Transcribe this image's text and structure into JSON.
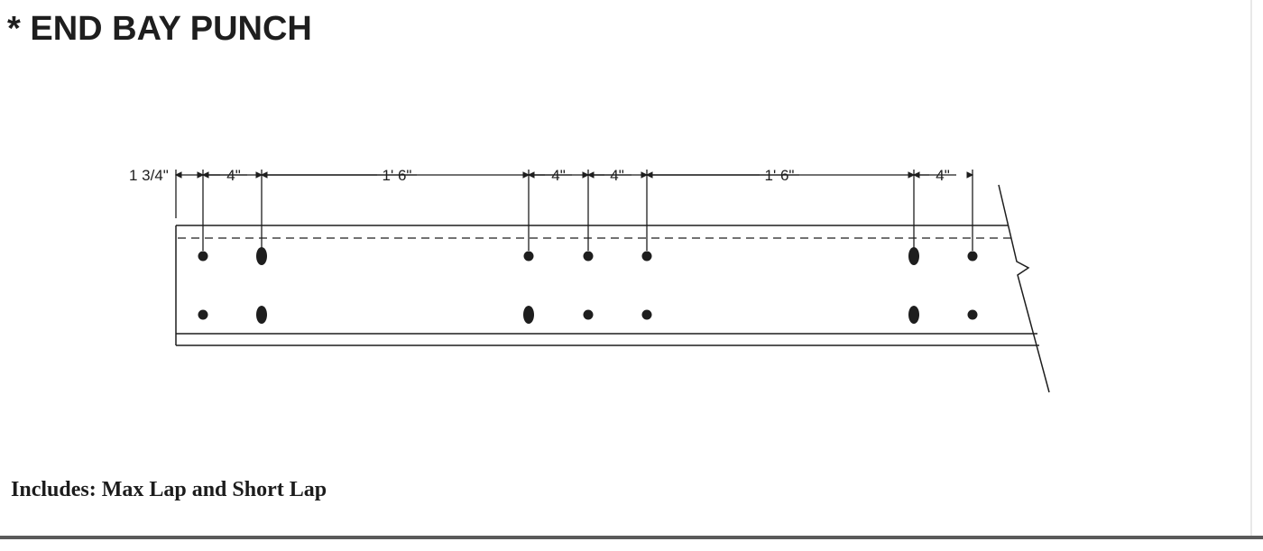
{
  "title": "* END BAY PUNCH",
  "dimensions": [
    {
      "label": "1 3/4\""
    },
    {
      "label": "4\""
    },
    {
      "label": "1' 6\""
    },
    {
      "label": "4\""
    },
    {
      "label": "4\""
    },
    {
      "label": "1' 6\""
    },
    {
      "label": "4\""
    }
  ],
  "punches": [
    {
      "top": "round",
      "bottom": "round"
    },
    {
      "top": "slot",
      "bottom": "slot"
    },
    {
      "top": "round",
      "bottom": "slot"
    },
    {
      "top": "round",
      "bottom": "round"
    },
    {
      "top": "round",
      "bottom": "round"
    },
    {
      "top": "slot",
      "bottom": "slot"
    },
    {
      "top": "round",
      "bottom": "round"
    }
  ],
  "note": "Includes: Max Lap and Short Lap",
  "colors": {
    "ink": "#1e1e1e",
    "rule": "#5a5a5a"
  }
}
